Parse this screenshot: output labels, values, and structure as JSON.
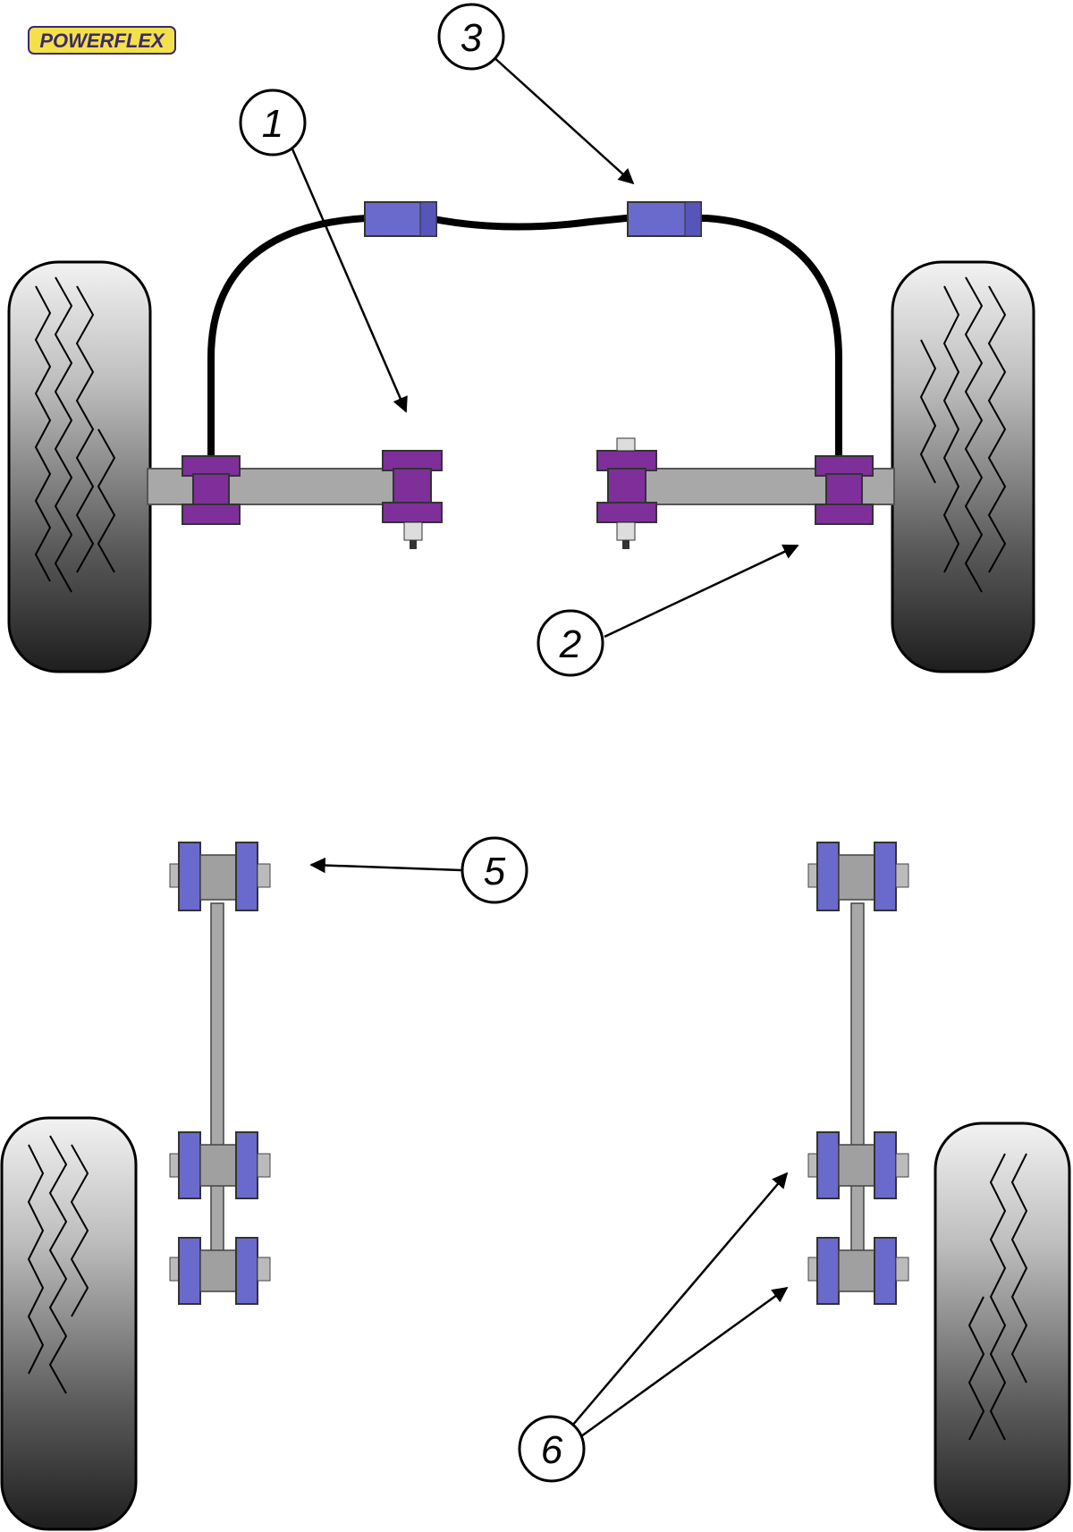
{
  "logo": {
    "text": "POWERFLEX"
  },
  "callouts": [
    {
      "id": "callout-1",
      "label": "1"
    },
    {
      "id": "callout-2",
      "label": "2"
    },
    {
      "id": "callout-3",
      "label": "3"
    },
    {
      "id": "callout-5",
      "label": "5"
    },
    {
      "id": "callout-6",
      "label": "6"
    }
  ],
  "colors": {
    "bush_purple": "#7e2f9a",
    "bush_lavender": "#6a6acc",
    "arm_grey": "#a8a8a8",
    "tyre_dark": "#2a2a2a",
    "logo_yellow": "#f4e04a",
    "logo_purple": "#3a2a6a"
  },
  "icons": [
    "wheel-icon",
    "bush-icon",
    "arrow-icon",
    "logo"
  ]
}
